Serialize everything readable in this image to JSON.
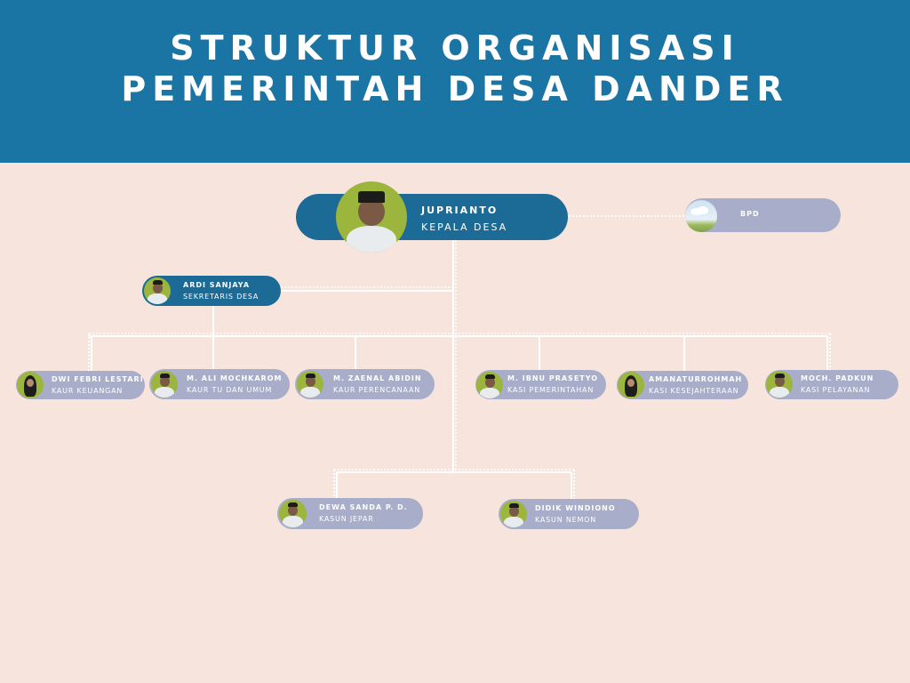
{
  "header": {
    "title_line1": "STRUKTUR ORGANISASI",
    "title_line2": "PEMERINTAH DESA DANDER"
  },
  "colors": {
    "header_bg": "#1b75a4",
    "page_bg": "#f6e4dd",
    "primary_card": "#1b6b96",
    "secondary_card": "#a8adc9",
    "avatar_green": "#9cb53c",
    "connector": "#ffffff"
  },
  "head": {
    "name": "JUPRIANTO",
    "role": "KEPALA DESA",
    "avatar": "portrait-photo"
  },
  "bpd": {
    "name": "BPD",
    "avatar": "landscape-photo"
  },
  "secretary": {
    "name": "ARDI SANJAYA",
    "role": "SEKRETARIS DESA",
    "avatar": "portrait-photo"
  },
  "staff": [
    {
      "name": "DWI FEBRI LESTARI",
      "role": "KAUR KEUANGAN",
      "avatar": "portrait-photo-hijab"
    },
    {
      "name": "M. ALI MOCHKAROM",
      "role": "KAUR TU DAN UMUM",
      "avatar": "portrait-photo"
    },
    {
      "name": "M. ZAENAL ABIDIN",
      "role": "KAUR PERENCANAAN",
      "avatar": "portrait-photo"
    },
    {
      "name": "M. IBNU PRASETYO",
      "role": "KASI PEMERINTAHAN",
      "avatar": "portrait-photo"
    },
    {
      "name": "AMANATURROHMAH",
      "role": "KASI KESEJAHTERAAN",
      "avatar": "portrait-photo-hijab"
    },
    {
      "name": "MOCH. PADKUN",
      "role": "KASI PELAYANAN",
      "avatar": "portrait-photo"
    }
  ],
  "hamlet_heads": [
    {
      "name": "DEWA SANDA P. D.",
      "role": "KASUN JEPAR",
      "avatar": "portrait-photo"
    },
    {
      "name": "DIDIK WINDIONO",
      "role": "KASUN NEMON",
      "avatar": "portrait-photo"
    }
  ]
}
